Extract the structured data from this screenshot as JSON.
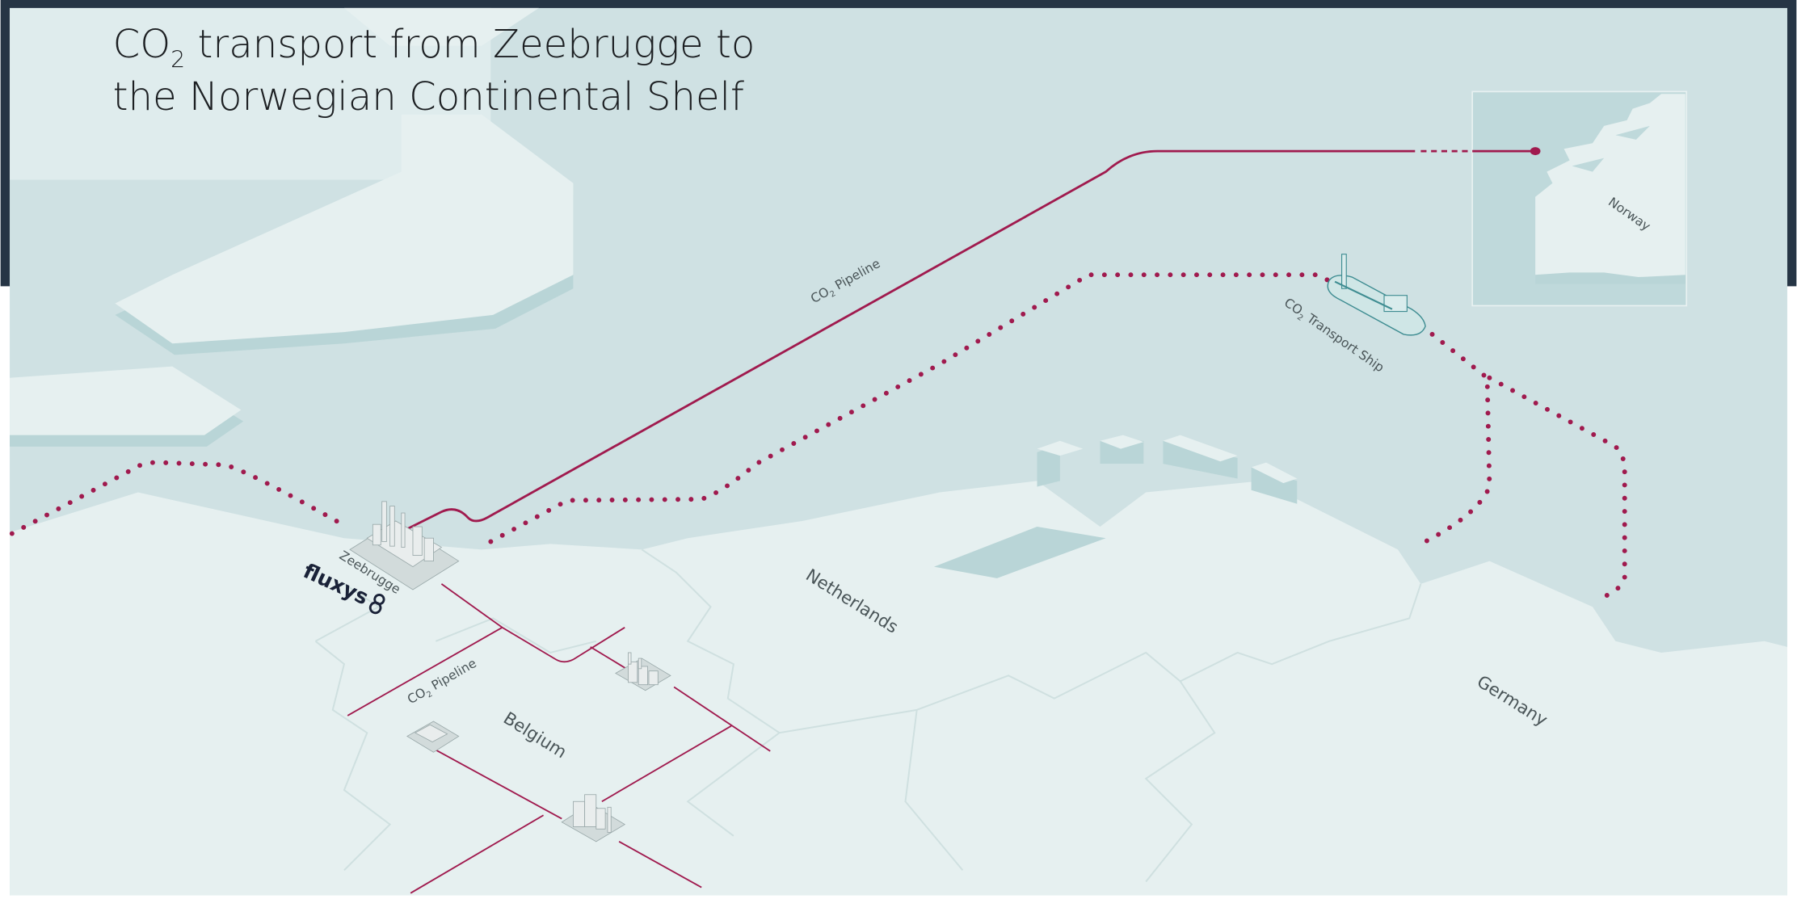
{
  "title": {
    "line1_prefix": "CO",
    "line1_sub": "2",
    "line1_suffix": " transport from Zeebrugge to",
    "line2": "the Norwegian Continental Shelf"
  },
  "labels": {
    "offshore_pipeline_prefix": "CO",
    "offshore_pipeline_sub": "2",
    "offshore_pipeline_suffix": " Pipeline",
    "ship_prefix": "CO",
    "ship_sub": "2",
    "ship_suffix": " Transport Ship",
    "onshore_pipeline_prefix": "CO",
    "onshore_pipeline_sub": "2",
    "onshore_pipeline_suffix": " Pipeline",
    "zeebrugge": "Zeebrugge",
    "netherlands": "Netherlands",
    "belgium": "Belgium",
    "germany": "Germany",
    "norway": "Norway"
  },
  "logo": {
    "text": "fluxys"
  },
  "colors": {
    "route": "#a01a4e",
    "sea": "#cfe1e3",
    "land": "#e6f0f0",
    "frame": "#263545"
  }
}
